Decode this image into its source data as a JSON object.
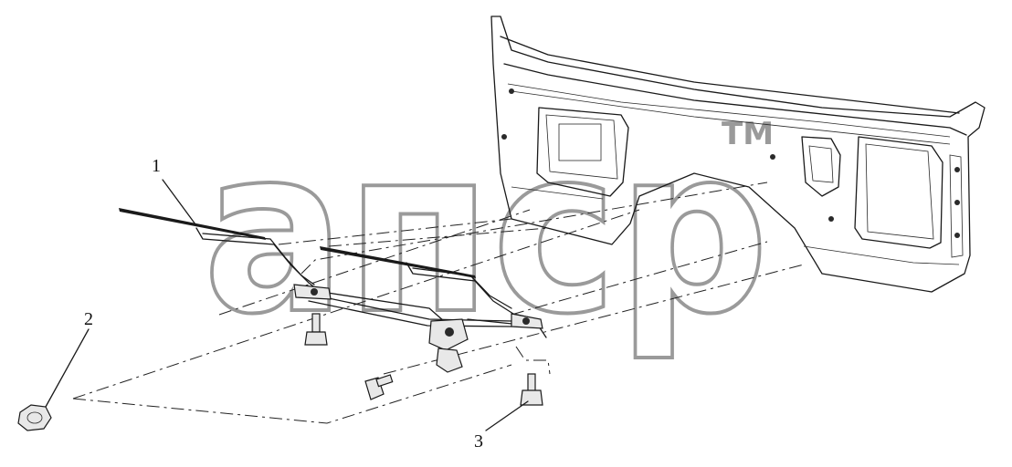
{
  "diagram": {
    "callouts": [
      {
        "id": "1",
        "label": "1",
        "target": "wiper-blades"
      },
      {
        "id": "2",
        "label": "2",
        "target": "flange-nut"
      },
      {
        "id": "3",
        "label": "3",
        "target": "flange-bolt"
      }
    ],
    "watermark": {
      "text": "апср",
      "trademark": "TM"
    },
    "colors": {
      "line": "#1a1a1a",
      "watermark": "#9a9a9a",
      "background": "#ffffff"
    }
  }
}
